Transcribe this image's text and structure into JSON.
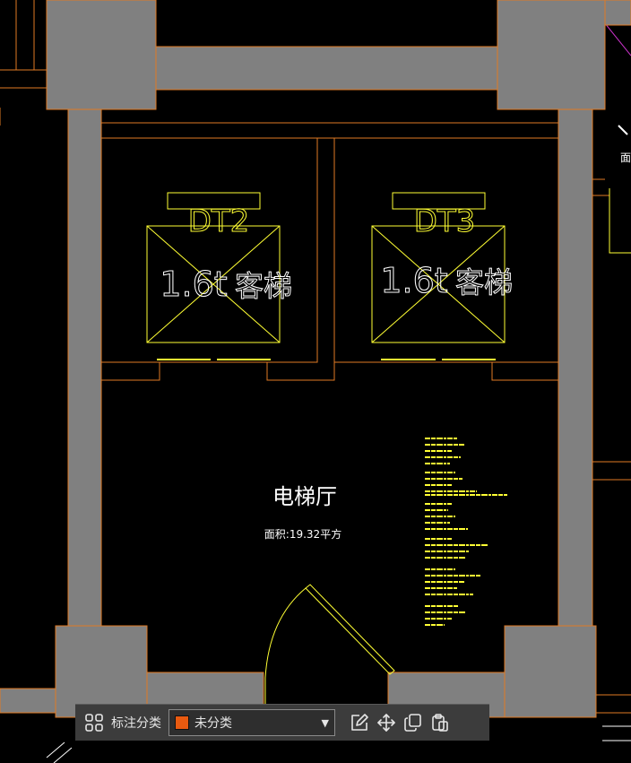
{
  "colors": {
    "background": "#000000",
    "wall_fill": "#808080",
    "wall_line": "#e07a24",
    "annotation": "#ffff33",
    "text": "#ffffff",
    "accent_line": "#cc33cc",
    "category_swatch": "#e85a10"
  },
  "drawing": {
    "elevator_left": {
      "code": "DT2",
      "capacity": "1.6t",
      "type": "客梯"
    },
    "elevator_right": {
      "code": "DT3",
      "capacity": "1.6t",
      "type": "客梯"
    },
    "hall": {
      "name": "电梯厅",
      "area": "面积:19.32平方"
    },
    "edge_fragment": "面"
  },
  "toolbar": {
    "grid_icon": "grid-icon",
    "label": "标注分类",
    "selected_category": "未分类",
    "actions": [
      "edit-icon",
      "move-icon",
      "copy-icon",
      "paste-icon"
    ]
  }
}
